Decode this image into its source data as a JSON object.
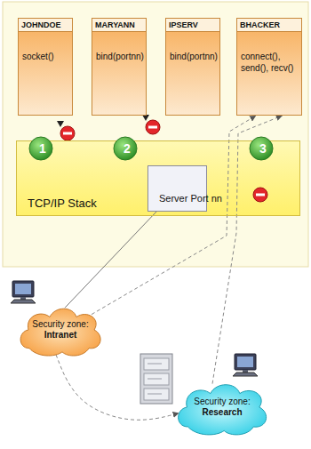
{
  "diagram": {
    "nodes": [
      {
        "text": [
          "JOHNDOE",
          "socket()"
        ]
      },
      {
        "text": [
          "MARYANN",
          "bind(portnn)"
        ]
      },
      {
        "text": [
          "IPSERV",
          "bind(portnn)"
        ]
      },
      {
        "text": [
          "BHACKER",
          "connect(), send(), recv()"
        ]
      },
      {
        "text": [
          "TCP/IP Stack"
        ]
      },
      {
        "text": [
          "1"
        ],
        "in": 4
      },
      {
        "text": [
          "2"
        ],
        "in": 4
      },
      {
        "text": [
          "Server Port nn"
        ],
        "in": 4
      },
      {
        "text": [
          "3"
        ],
        "in": 4
      },
      {
        "text": [
          "Security zone:",
          "Intranet"
        ]
      },
      {
        "text": [
          "Security zone:",
          "Research"
        ]
      }
    ],
    "edges": [
      {
        "from": 7,
        "to": 9,
        "arrow": "none"
      },
      {
        "from": 9,
        "to": 3,
        "arrow": "to"
      },
      {
        "from": 10,
        "to": 3,
        "arrow": "to"
      },
      {
        "from": 9,
        "to": 10,
        "arrow": "to"
      }
    ]
  }
}
